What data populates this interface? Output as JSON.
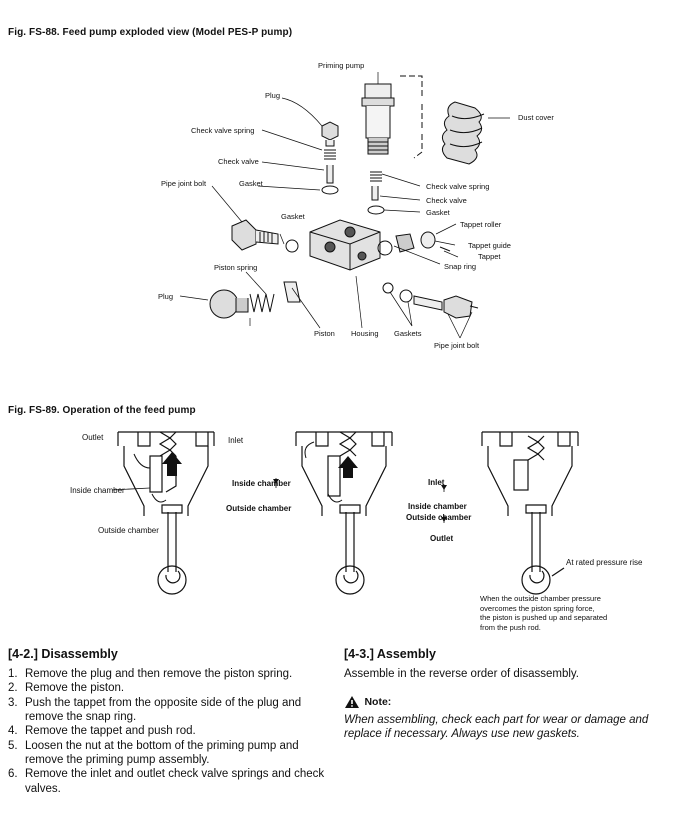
{
  "fig88": {
    "caption": "Fig. FS-88.   Feed pump exploded view (Model PES-P pump)",
    "labels": {
      "priming_pump": "Priming pump",
      "plug_top": "Plug",
      "dust_cover": "Dust cover",
      "check_valve_spring_l": "Check valve spring",
      "check_valve_l": "Check valve",
      "pipe_joint_bolt_l": "Pipe joint bolt",
      "gasket_l1": "Gasket",
      "gasket_l2": "Gasket",
      "check_valve_spring_r": "Check valve spring",
      "check_valve_r": "Check valve",
      "gasket_r": "Gasket",
      "tappet_roller": "Tappet roller",
      "tappet_guide": "Tappet guide",
      "tappet": "Tappet",
      "snap_ring": "Snap ring",
      "piston_spring": "Piston spring",
      "plug_left": "Plug",
      "piston": "Piston",
      "housing": "Housing",
      "gaskets": "Gaskets",
      "pipe_joint_bolt_r": "Pipe joint bolt"
    }
  },
  "fig89": {
    "caption": "Fig. FS-89.   Operation of the feed pump",
    "d1": {
      "outlet": "Outlet",
      "inlet": "Inlet",
      "inside_chamber": "Inside chamber",
      "outside_chamber": "Outside chamber",
      "legend_top": "Inside chamber",
      "legend_bottom": "Outside chamber"
    },
    "d2": {
      "l1": "Inlet",
      "l2": "Inside chamber",
      "l3": "Outside chamber",
      "l4": "Outlet"
    },
    "d3": {
      "rated": "At rated pressure rise",
      "note_lines": [
        "When the outside chamber pressure",
        "overcomes the piston spring force,",
        "the piston is pushed up and separated",
        "from the push rod."
      ]
    }
  },
  "disassembly": {
    "heading": "[4-2.] Disassembly",
    "steps": [
      {
        "num": "1.",
        "text": "Remove the plug and then remove the piston spring."
      },
      {
        "num": "2.",
        "text": "Remove the piston."
      },
      {
        "num": "3.",
        "text": "Push the tappet from the opposite side of the plug and remove the snap ring."
      },
      {
        "num": "4.",
        "text": "Remove the tappet and push rod."
      },
      {
        "num": "5.",
        "text": "Loosen the nut at the bottom of the priming pump and remove the priming pump assembly."
      },
      {
        "num": "6.",
        "text": "Remove the inlet and outlet check valve springs and check valves."
      }
    ]
  },
  "assembly": {
    "heading": "[4-3.] Assembly",
    "text": "Assemble in the reverse order of disassembly.",
    "note_label": "Note:",
    "note_text": "When assembling, check each part for wear or damage and replace if necessary. Always use new gaskets."
  }
}
